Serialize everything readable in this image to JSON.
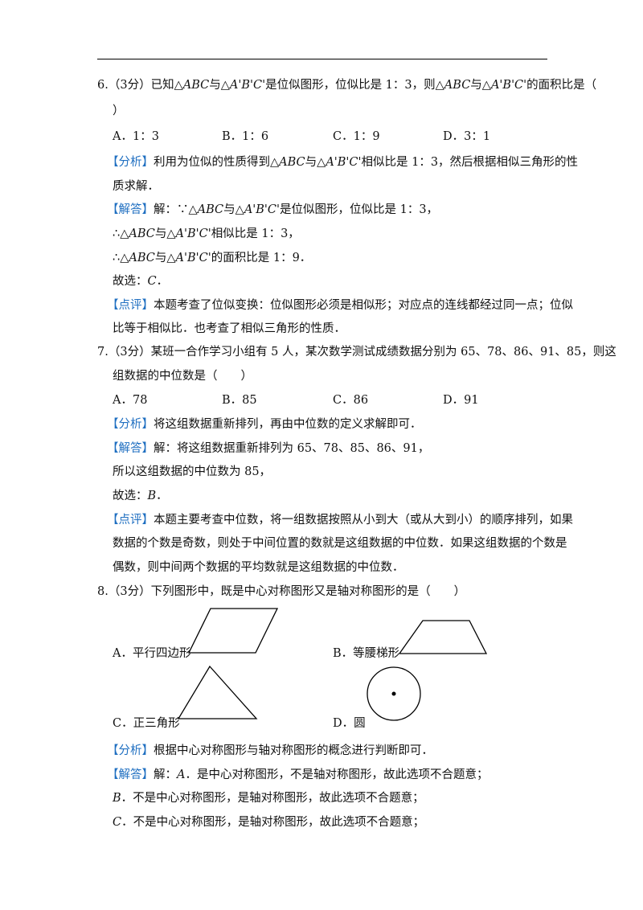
{
  "q6": {
    "number": "6.",
    "score": "（3分）",
    "stem_a": "已知△",
    "abc": "ABC",
    "with": "与△",
    "apbpcp": "A'B'C'",
    "stem_b": "是位似图形，位似比是 1：3，则△",
    "stem_c": "的面积比是（",
    "close_paren": "）",
    "options": [
      "A．1：3",
      "B．1：6",
      "C．1：9",
      "D．3：1"
    ],
    "analysis_tag": "【分析】",
    "analysis_a": "利用为位似的性质得到△",
    "analysis_b": "相似比是 1：3，然后根据相似三角形的性",
    "analysis_line2": "质求解．",
    "solution_tag": "【解答】",
    "solution_a": "解：∵△",
    "solution_b": "是位似图形，位似比是 1：3，",
    "therefore1_a": "∴△",
    "therefore1_b": "相似比是 1：3，",
    "therefore2_b": "的面积比是 1：9．",
    "choose": "故选：",
    "answer": "C",
    "period": "．",
    "comment_tag": "【点评】",
    "comment_line1": "本题考查了位似变换：位似图形必须是相似形；对应点的连线都经过同一点；位似",
    "comment_line2": "比等于相似比．也考查了相似三角形的性质．"
  },
  "q7": {
    "number": "7.",
    "score": "（3分）",
    "stem_line1": "某班一合作学习小组有 5 人，某次数学测试成绩数据分别为 65、78、86、91、85，则这",
    "stem_line2": "组数据的中位数是（　　）",
    "options": [
      "A．78",
      "B．85",
      "C．86",
      "D．91"
    ],
    "analysis_tag": "【分析】",
    "analysis": "将这组数据重新排列，再由中位数的定义求解即可．",
    "solution_tag": "【解答】",
    "solution": "解：将这组数据重新排列为 65、78、85、86、91，",
    "solution_line2": "所以这组数据的中位数为 85，",
    "choose": "故选：",
    "answer": "B",
    "period": "．",
    "comment_tag": "【点评】",
    "comment_line1": "本题主要考查中位数，将一组数据按照从小到大（或从大到小）的顺序排列，如果",
    "comment_line2": "数据的个数是奇数，则处于中间位置的数就是这组数据的中位数．如果这组数据的个数是",
    "comment_line3": "偶数，则中间两个数据的平均数就是这组数据的中位数．"
  },
  "q8": {
    "number": "8.",
    "score": "（3分）",
    "stem": "下列图形中，既是中心对称图形又是轴对称图形的是（　　）",
    "options": [
      "A．平行四边形",
      "B．等腰梯形",
      "C．正三角形",
      "D．圆"
    ],
    "analysis_tag": "【分析】",
    "analysis": "根据中心对称图形与轴对称图形的概念进行判断即可．",
    "solution_tag": "【解答】",
    "solution_a_prefix": "解：",
    "letter_a": "A",
    "solution_a": "．是中心对称图形，不是轴对称图形，故此选项不合题意；",
    "letter_b": "B",
    "solution_b": "．不是中心对称图形，是轴对称图形，故此选项不合题意；",
    "letter_c": "C",
    "solution_c": "．不是中心对称图形，是轴对称图形，故此选项不合题意；"
  }
}
